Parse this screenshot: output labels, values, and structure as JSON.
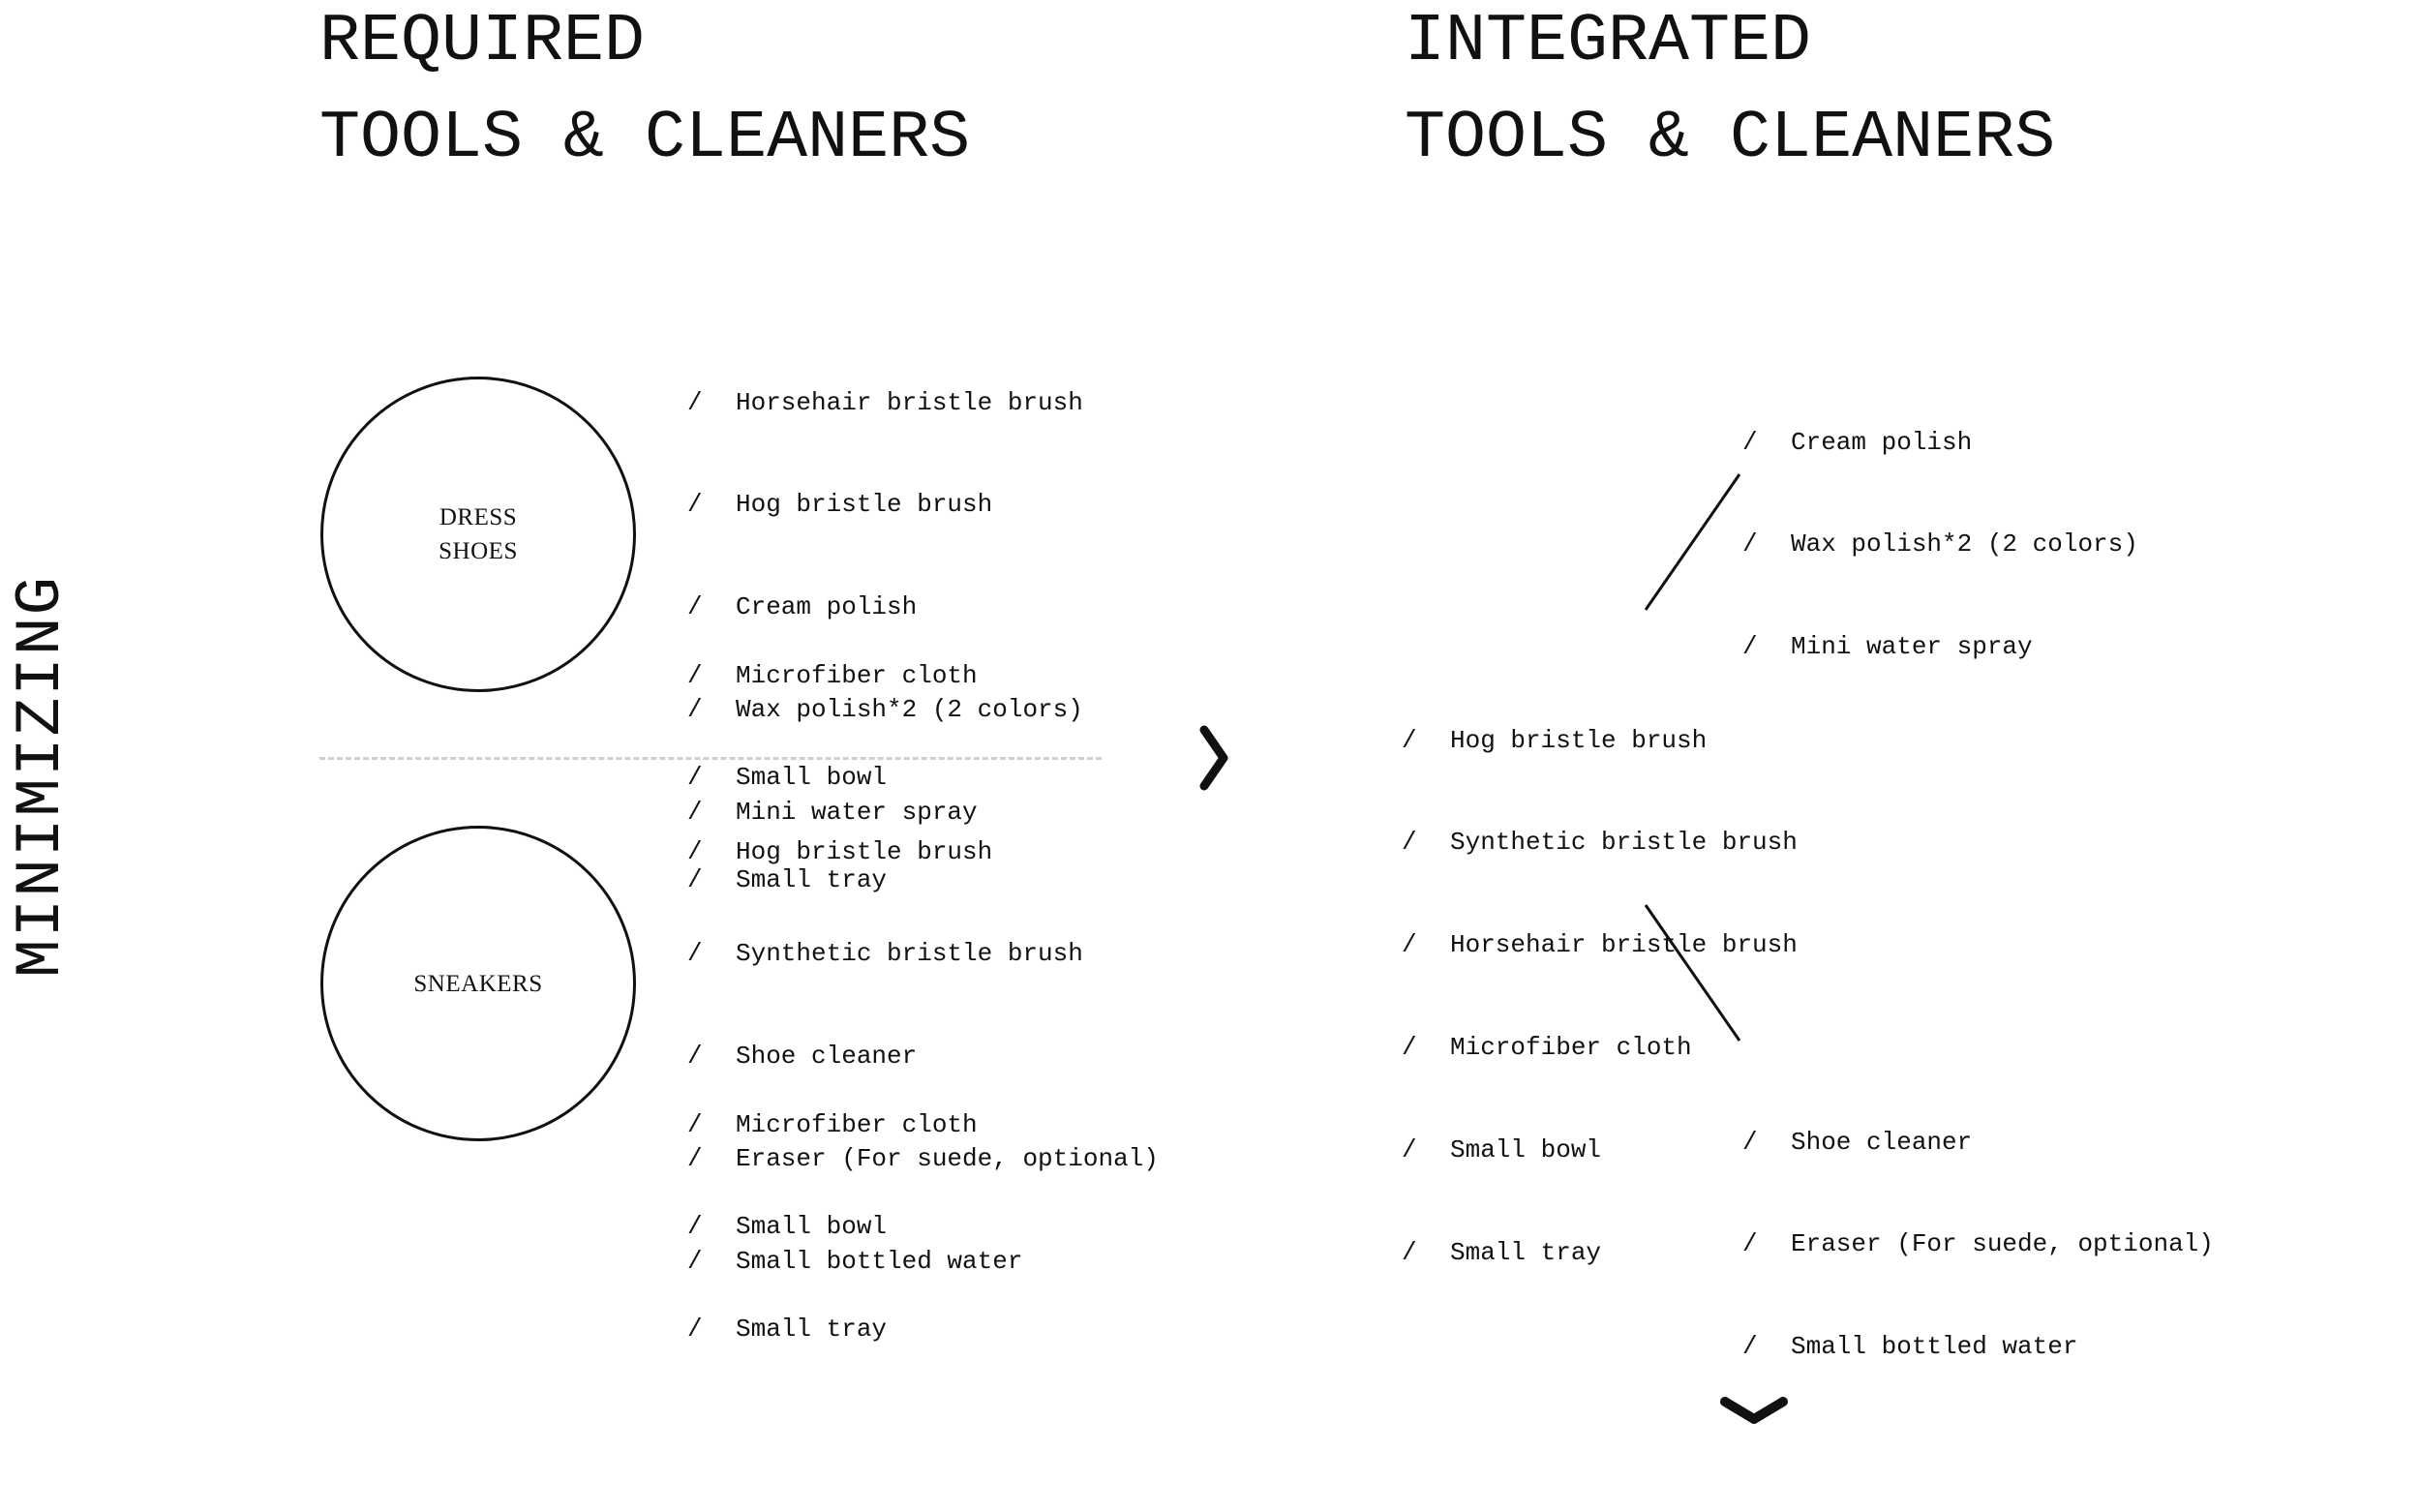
{
  "left": {
    "heading": [
      "REQUIRED",
      "TOOLS & CLEANERS"
    ],
    "groups": [
      {
        "label_lines": [
          "DRESS",
          "SHOES"
        ],
        "primary_list": [
          "Horsehair bristle brush",
          "Hog bristle brush",
          "Cream polish",
          "Wax polish*2 (2 colors)",
          "Mini water spray"
        ],
        "secondary_list": [
          "Microfiber cloth",
          "Small bowl",
          "Small tray"
        ]
      },
      {
        "label_lines": [
          "SNEAKERS"
        ],
        "primary_list": [
          "Hog bristle brush",
          "Synthetic bristle brush",
          "Shoe cleaner",
          "Eraser (For suede, optional)",
          "Small bottled water"
        ],
        "secondary_list": [
          "Microfiber cloth",
          "Small bowl",
          "Small tray"
        ]
      }
    ]
  },
  "side_label": "MINIMIZING",
  "right": {
    "heading": [
      "INTEGRATED",
      "TOOLS & CLEANERS"
    ],
    "top_list": [
      "Cream polish",
      "Wax polish*2 (2 colors)",
      "Mini water spray"
    ],
    "center_list": [
      "Hog bristle brush",
      "Synthetic bristle brush",
      "Horsehair bristle brush",
      "Microfiber cloth",
      "Small bowl",
      "Small tray"
    ],
    "bottom_list": [
      "Shoe cleaner",
      "Eraser (For suede, optional)",
      "Small bottled water"
    ]
  },
  "bullet_glyph": "/",
  "icons": {
    "next": "chevron-right-icon",
    "down": "chevron-down-icon"
  }
}
